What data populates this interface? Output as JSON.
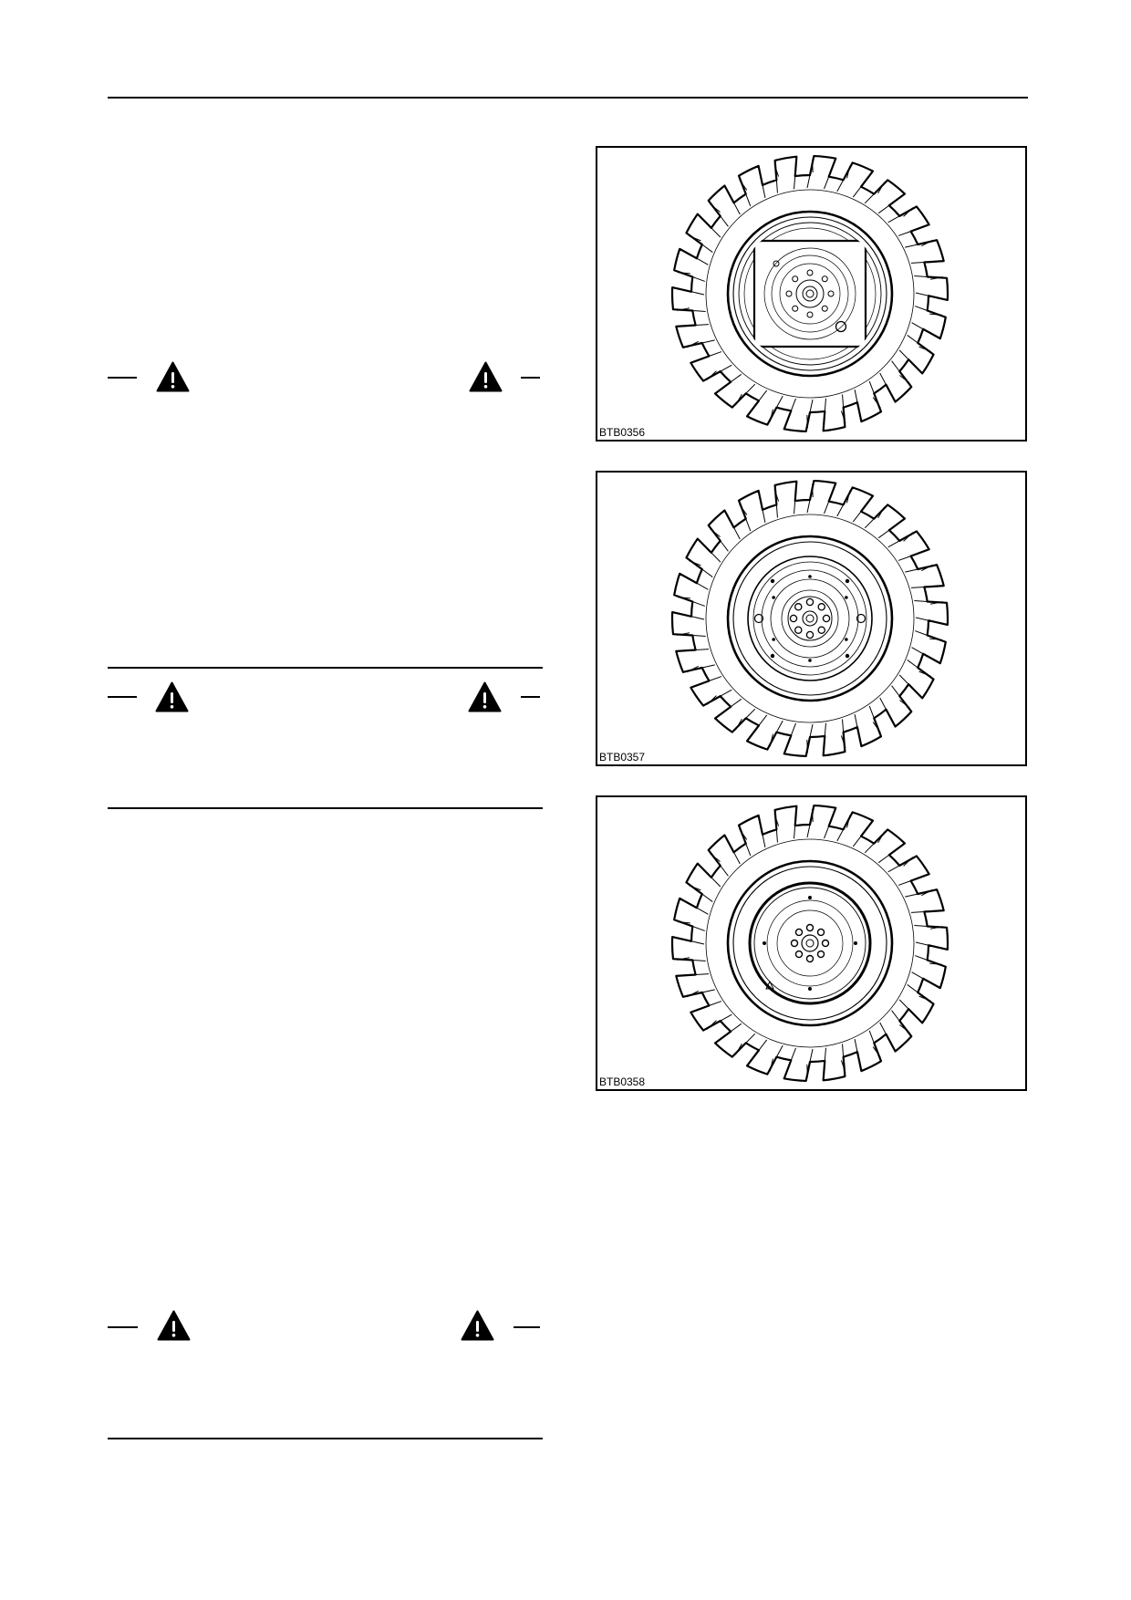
{
  "colors": {
    "ink": "#000000",
    "paper": "#ffffff"
  },
  "warnings": [
    {
      "left_icon": "warning-triangle-icon",
      "right_icon": "warning-triangle-icon"
    },
    {
      "left_icon": "warning-triangle-icon",
      "right_icon": "warning-triangle-icon"
    },
    {
      "left_icon": "warning-triangle-icon",
      "right_icon": "warning-triangle-icon"
    }
  ],
  "figures": [
    {
      "label": "BTB0356",
      "icon": "tire-icon"
    },
    {
      "label": "BTB0357",
      "icon": "tire-icon"
    },
    {
      "label": "BTB0358",
      "icon": "tire-icon"
    }
  ]
}
